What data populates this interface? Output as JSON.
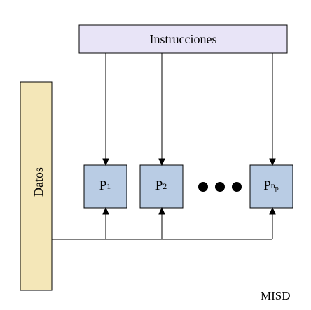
{
  "instructions_label": "Instrucciones",
  "data_label": "Datos",
  "processors": [
    {
      "base": "P",
      "sub": "1",
      "subsub": ""
    },
    {
      "base": "P",
      "sub": "2",
      "subsub": ""
    },
    {
      "base": "P",
      "sub": "n",
      "subsub": "p"
    }
  ],
  "ellipsis": "●●●",
  "classification_label": "MISD",
  "colors": {
    "instructions_fill": "#e8e4f7",
    "data_fill": "#f4e7b8",
    "processor_fill": "#b9cce4",
    "stroke": "#000000"
  }
}
